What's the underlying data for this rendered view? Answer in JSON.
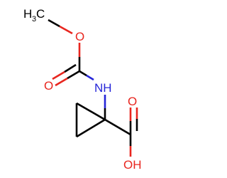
{
  "colors": {
    "carbon": "#000000",
    "oxygen": "#e8261f",
    "nitrogen": "#2525d8",
    "background": "#ffffff"
  },
  "molecule": {
    "atoms": {
      "methyl_h": "H",
      "methyl_sub": "3",
      "methyl_c": "C",
      "ester_o": "O",
      "carbonyl_o": "O",
      "nh": "NH",
      "acid_o": "O",
      "oh": "OH"
    }
  }
}
